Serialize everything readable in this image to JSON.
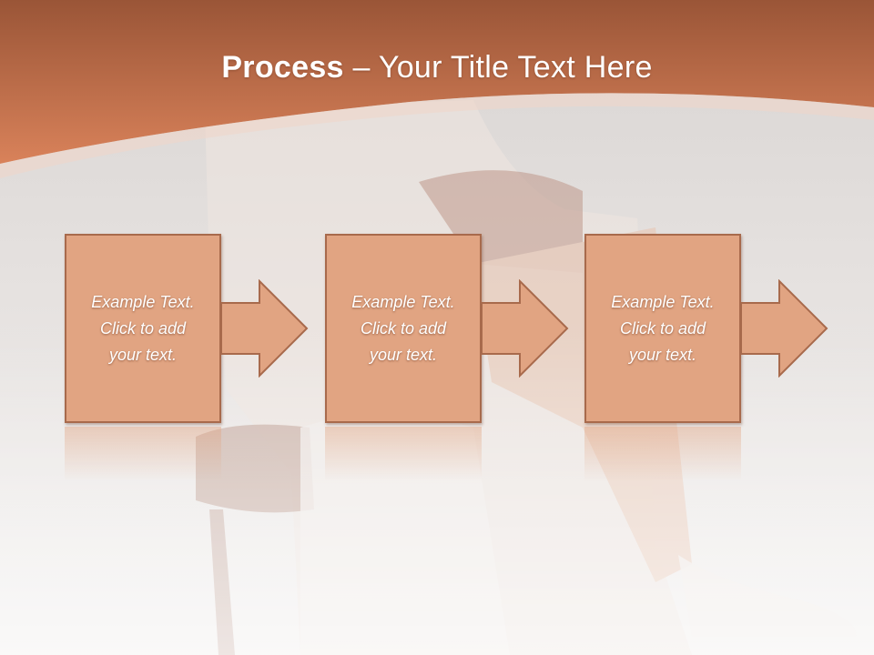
{
  "title": {
    "bold": "Process",
    "rest": " – Your Title Text Here"
  },
  "steps": [
    {
      "line1": "Example Text.",
      "line2": "Click  to add",
      "line3": "your text."
    },
    {
      "line1": "Example Text.",
      "line2": "Click  to add",
      "line3": "your text."
    },
    {
      "line1": "Example Text.",
      "line2": "Click  to add",
      "line3": "your text."
    }
  ],
  "colors": {
    "banner": "#c96a3e",
    "box_fill": "#e1a482",
    "box_border": "#a86a4c",
    "background": "#e3dfdd"
  }
}
